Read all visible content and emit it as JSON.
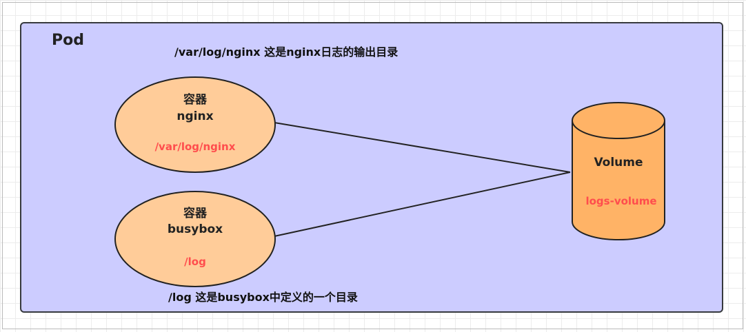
{
  "pod": {
    "title": "Pod",
    "note_top": "/var/log/nginx 这是nginx日志的输出目录",
    "note_bottom": "/log 这是busybox中定义的一个目录"
  },
  "containers": [
    {
      "kind": "容器",
      "name": "nginx",
      "path": "/var/log/nginx"
    },
    {
      "kind": "容器",
      "name": "busybox",
      "path": "/log"
    }
  ],
  "volume": {
    "title": "Volume",
    "name": "logs-volume"
  },
  "colors": {
    "pod_fill": "#ccccff",
    "pod_stroke": "#36393d",
    "container_fill": "#ffcc99",
    "volume_fill": "#ffb366",
    "path_text": "#ff4d4d"
  }
}
